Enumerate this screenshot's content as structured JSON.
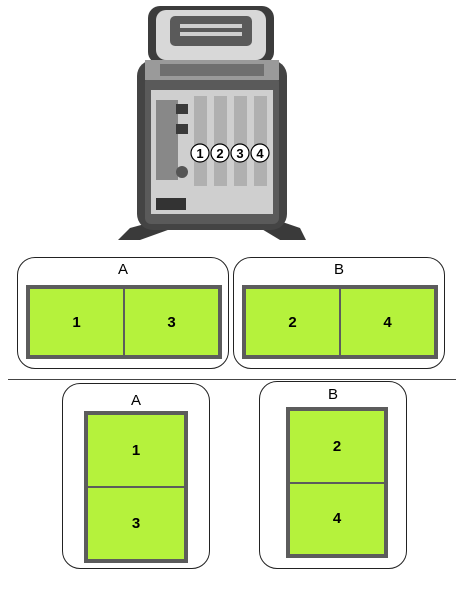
{
  "slot_markers": [
    "1",
    "2",
    "3",
    "4"
  ],
  "horizontal_layout": {
    "group_a": {
      "label": "A",
      "monitors": [
        "1",
        "3"
      ]
    },
    "group_b": {
      "label": "B",
      "monitors": [
        "2",
        "4"
      ]
    }
  },
  "vertical_layout": {
    "group_a": {
      "label": "A",
      "monitors": [
        "1",
        "3"
      ]
    },
    "group_b": {
      "label": "B",
      "monitors": [
        "2",
        "4"
      ]
    }
  },
  "colors": {
    "monitor_fill": "#b5f23c",
    "monitor_border": "#5c5c5c"
  }
}
